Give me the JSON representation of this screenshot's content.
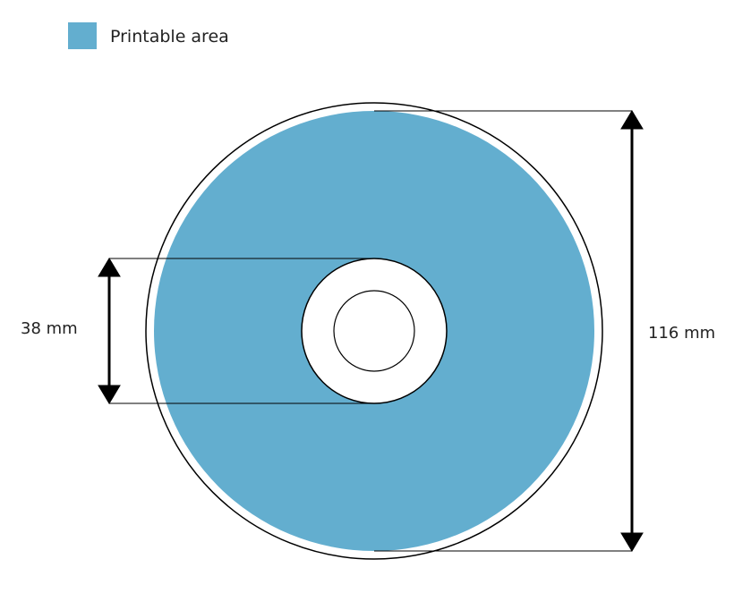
{
  "legend": {
    "label": "Printable area",
    "color": "#63aecf"
  },
  "dimensions": {
    "inner": "38 mm",
    "outer": "116 mm"
  }
}
